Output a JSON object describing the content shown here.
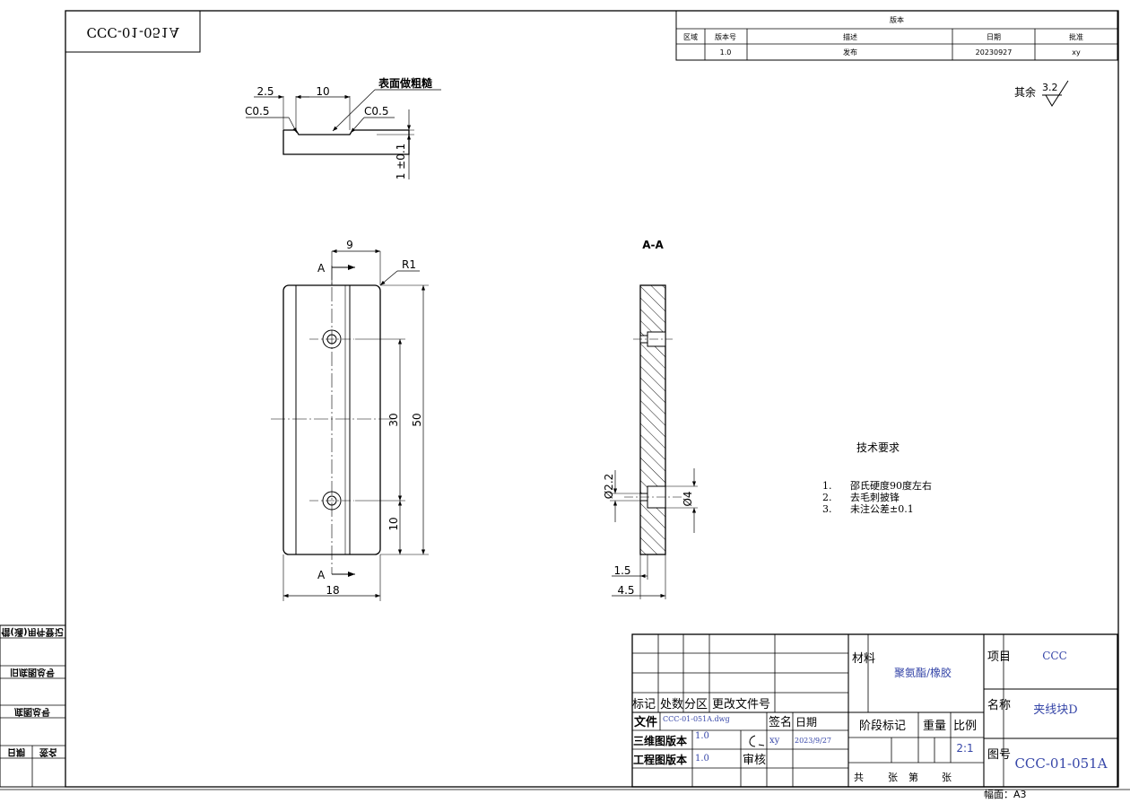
{
  "drawing_number_mirrored": "CCC-01-051A",
  "revision": {
    "title": "版本",
    "headers": [
      "区域",
      "版本号",
      "描述",
      "日期",
      "批准"
    ],
    "rows": [
      [
        "",
        "1.0",
        "发布",
        "20230927",
        "xy"
      ]
    ]
  },
  "roughness": {
    "label": "其余",
    "value": "3.2"
  },
  "top_view": {
    "dim_left": "2.5",
    "dim_mid": "10",
    "note": "表面做粗糙",
    "chamfer_left": "C0.5",
    "chamfer_right": "C0.5",
    "dim_thickness": "1 ±0.1"
  },
  "front_view": {
    "dim_top": "9",
    "radius": "R1",
    "section_marker": "A",
    "dim_30": "30",
    "dim_50": "50",
    "dim_10": "10",
    "dim_width": "18"
  },
  "section_view": {
    "title": "A-A",
    "dia_small": "Ø2.2",
    "dia_big": "Ø4",
    "dim_15": "1.5",
    "dim_45": "4.5"
  },
  "tech_requirements": {
    "title": "技术要求",
    "items": [
      {
        "num": "1.",
        "text": "邵氏硬度90度左右"
      },
      {
        "num": "2.",
        "text": "去毛刺披锋"
      },
      {
        "num": "3.",
        "text": "未注公差±0.1"
      }
    ]
  },
  "left_strip": {
    "labels": [
      "借(通)用件登记",
      "旧底图总号",
      "底图总号",
      "日期",
      "签名"
    ]
  },
  "title_block": {
    "row_headers": [
      "标记",
      "处数",
      "分区",
      "更改文件号"
    ],
    "file_label": "文件",
    "file_name": "CCC-01-051A.dwg",
    "sign_label": "签名",
    "date_label": "日期",
    "model_version_label": "三维图版本",
    "model_version": "1.0",
    "drawing_version_label": "工程图版本",
    "drawing_version": "1.0",
    "designer": "xy",
    "design_date": "2023/9/27",
    "review_label": "审核",
    "material_label": "材料",
    "material": "聚氨酯/橡胶",
    "stage_label": "阶段标记",
    "weight_label": "重量",
    "scale_label": "比例",
    "scale": "2:1",
    "sheet_labels": [
      "共",
      "张",
      "第",
      "张"
    ],
    "project_label": "项目",
    "project": "CCC",
    "name_label": "名称",
    "part_name": "夹线块D",
    "drawing_no_label": "图号",
    "drawing_no": "CCC-01-051A"
  },
  "format": "幅面：A3"
}
